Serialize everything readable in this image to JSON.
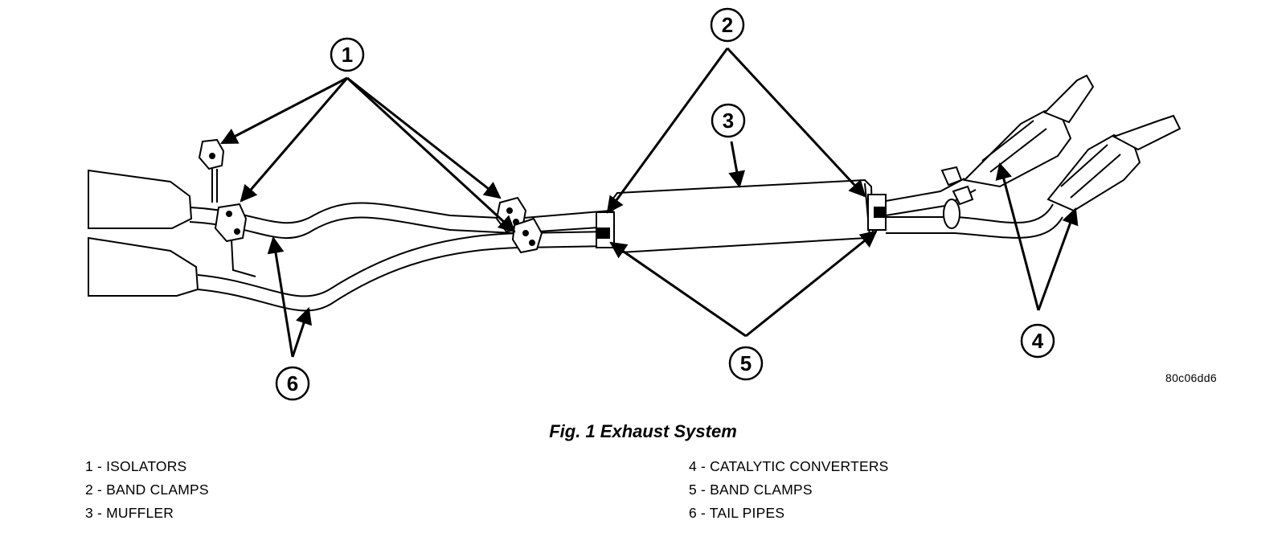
{
  "figure": {
    "caption": "Fig. 1 Exhaust System",
    "code": "80c06dd6"
  },
  "callouts": [
    "1",
    "2",
    "3",
    "4",
    "5",
    "6"
  ],
  "legend": {
    "left": [
      "1 - ISOLATORS",
      "2 - BAND CLAMPS",
      "3 - MUFFLER"
    ],
    "right": [
      "4 - CATALYTIC CONVERTERS",
      "5 - BAND CLAMPS",
      "6 - TAIL PIPES"
    ]
  }
}
